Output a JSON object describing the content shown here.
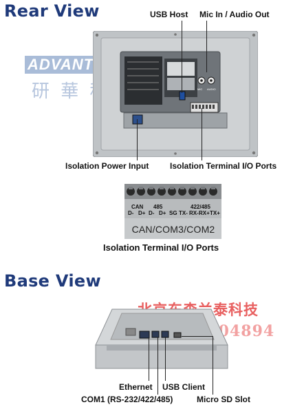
{
  "colors": {
    "title": "#1f3a7a",
    "watermark_blue": "#9db3d3",
    "watermark_red": "#e23a3a",
    "panel": "#c9cccf"
  },
  "rear": {
    "title": "Rear View",
    "labels": {
      "usb_host": "USB Host",
      "mic_audio": "Mic In / Audio Out",
      "iso_power": "Isolation Power Input",
      "iso_terminal": "Isolation Terminal I/O Ports"
    },
    "panel_text": {
      "small_left": "MIC",
      "small_right": "AUDIO"
    }
  },
  "terminal": {
    "groups": {
      "can": "CAN",
      "g485a": "485",
      "g422": "422/485"
    },
    "pins": [
      "D-",
      "D+",
      "D-",
      "D+",
      "SG",
      "TX-",
      "RX-",
      "RX+",
      "TX+"
    ],
    "bottom_text": "CAN/COM3/COM2",
    "caption": "Isolation Terminal I/O Ports"
  },
  "base": {
    "title": "Base View",
    "labels": {
      "ethernet": "Ethernet",
      "usb_client": "USB Client",
      "com1": "COM1 (RS-232/422/485)",
      "micro_sd": "Micro SD Slot"
    }
  },
  "watermarks": {
    "brand": "ADVANTECH",
    "chinese_blue": "研 華 科 技",
    "chinese_red": "北京东森兰泰科技",
    "phone": "4004-404894"
  }
}
